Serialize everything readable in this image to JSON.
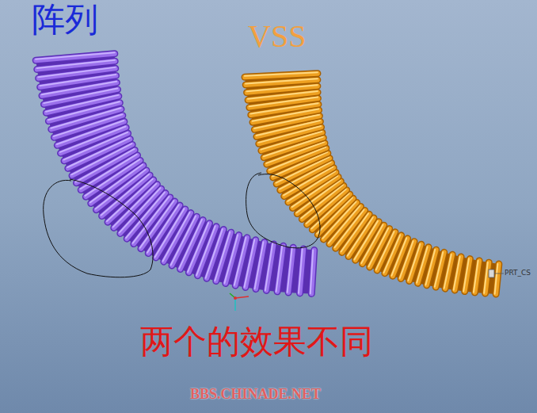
{
  "diagram": {
    "labels": [
      "阵列",
      "VSS",
      "两个的效果不同",
      "BBS.CHINADE.NET",
      "PRT_CS"
    ]
  }
}
